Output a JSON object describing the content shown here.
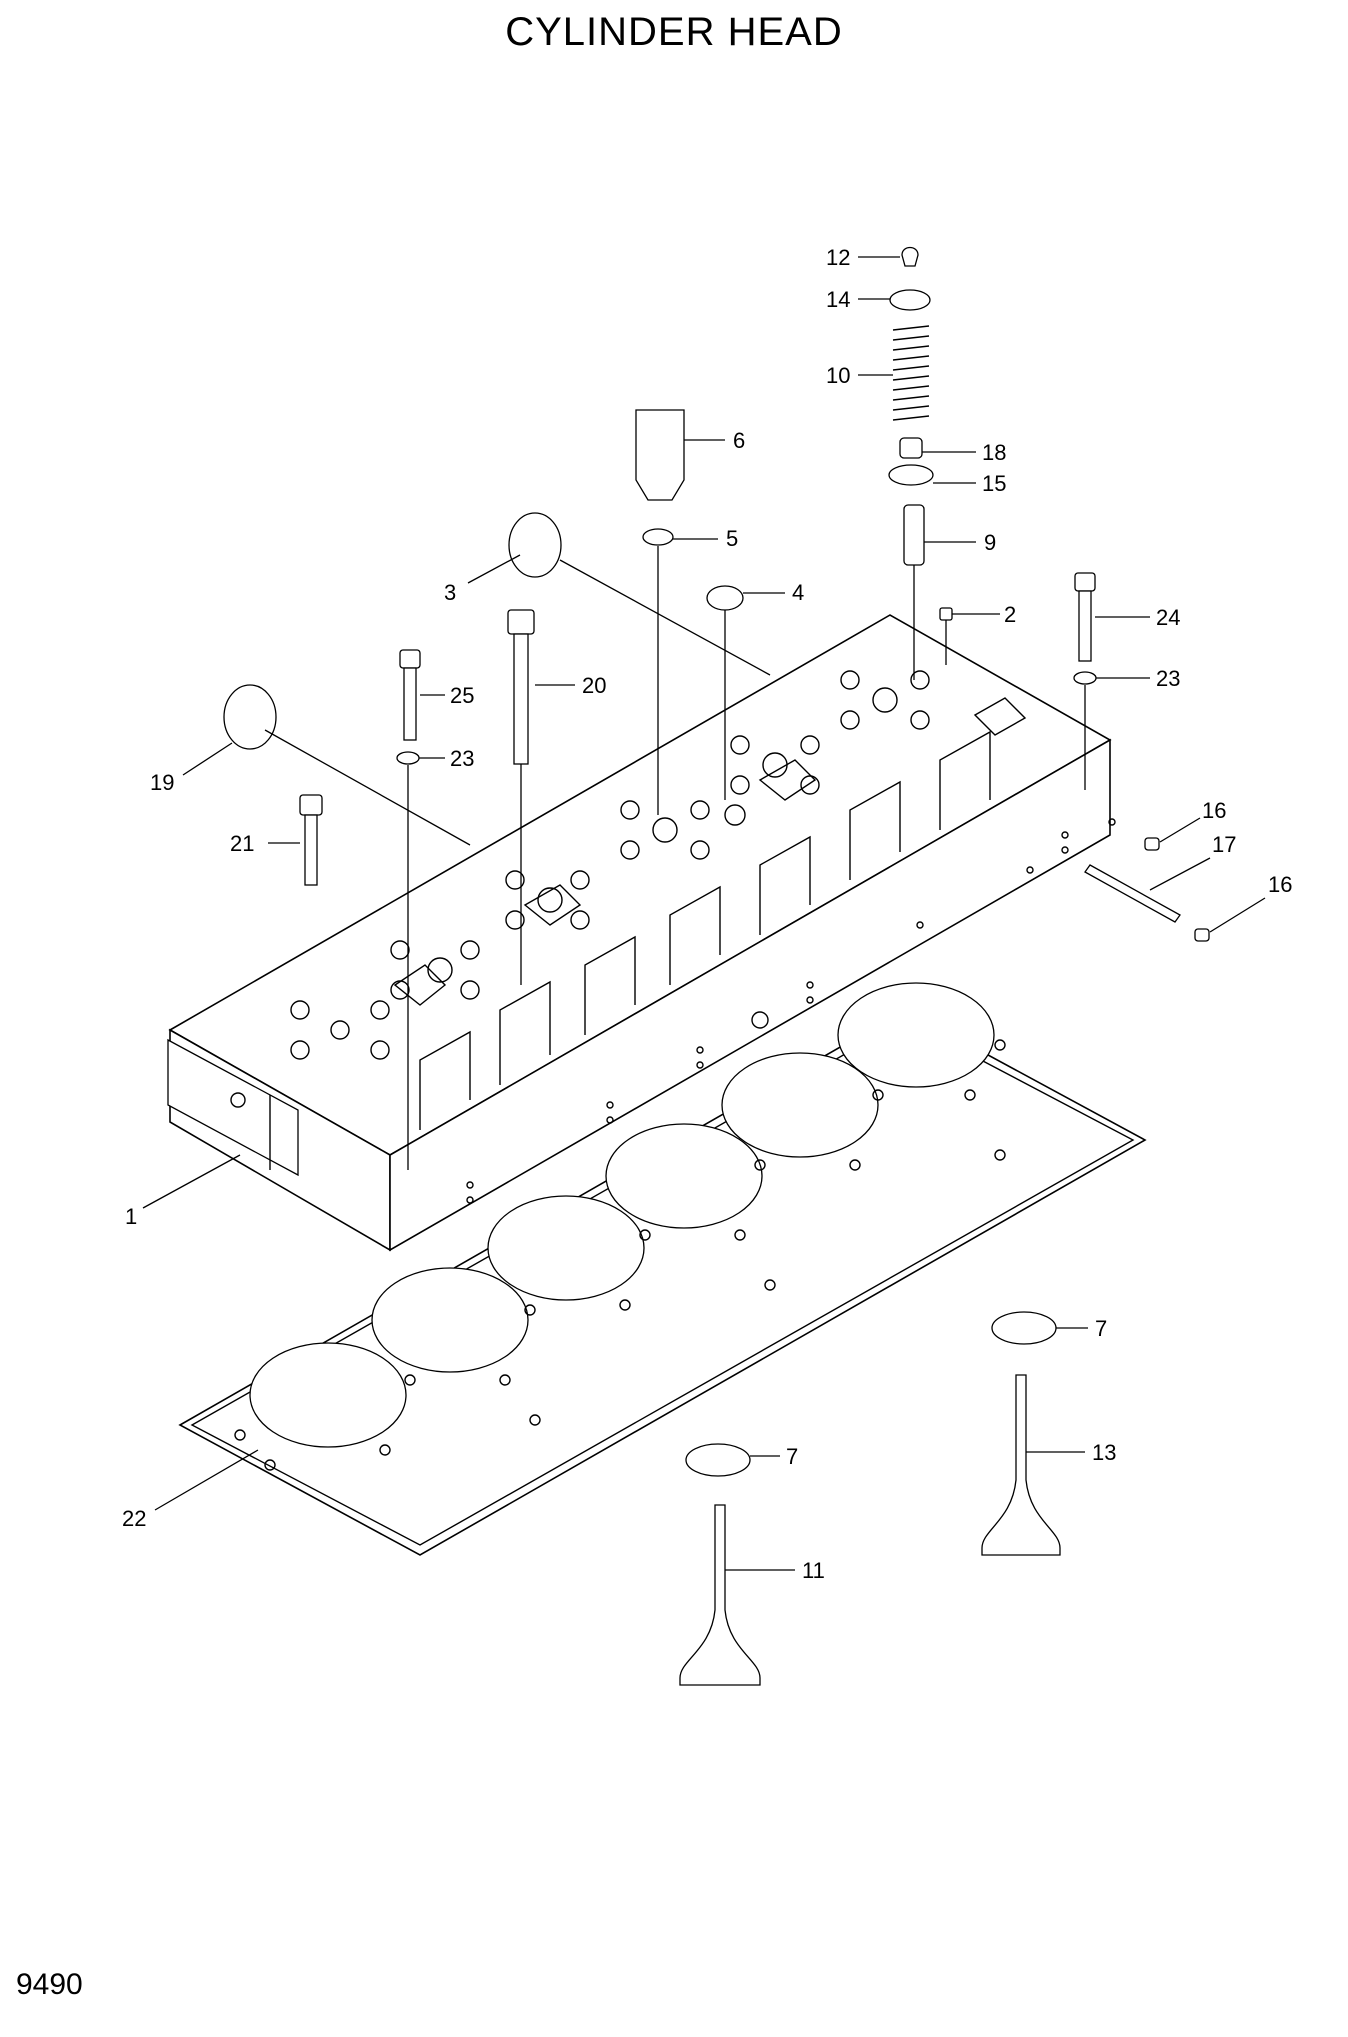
{
  "title": "CYLINDER HEAD",
  "page_number": "9490",
  "callouts": [
    {
      "id": "1",
      "label": "1"
    },
    {
      "id": "2",
      "label": "2"
    },
    {
      "id": "3",
      "label": "3"
    },
    {
      "id": "4",
      "label": "4"
    },
    {
      "id": "5",
      "label": "5"
    },
    {
      "id": "6",
      "label": "6"
    },
    {
      "id": "7a",
      "label": "7"
    },
    {
      "id": "7b",
      "label": "7"
    },
    {
      "id": "9",
      "label": "9"
    },
    {
      "id": "10",
      "label": "10"
    },
    {
      "id": "11",
      "label": "11"
    },
    {
      "id": "12",
      "label": "12"
    },
    {
      "id": "13",
      "label": "13"
    },
    {
      "id": "14",
      "label": "14"
    },
    {
      "id": "15",
      "label": "15"
    },
    {
      "id": "16a",
      "label": "16"
    },
    {
      "id": "16b",
      "label": "16"
    },
    {
      "id": "17",
      "label": "17"
    },
    {
      "id": "18",
      "label": "18"
    },
    {
      "id": "19",
      "label": "19"
    },
    {
      "id": "20",
      "label": "20"
    },
    {
      "id": "21",
      "label": "21"
    },
    {
      "id": "22",
      "label": "22"
    },
    {
      "id": "23a",
      "label": "23"
    },
    {
      "id": "23b",
      "label": "23"
    },
    {
      "id": "24",
      "label": "24"
    },
    {
      "id": "25",
      "label": "25"
    }
  ]
}
